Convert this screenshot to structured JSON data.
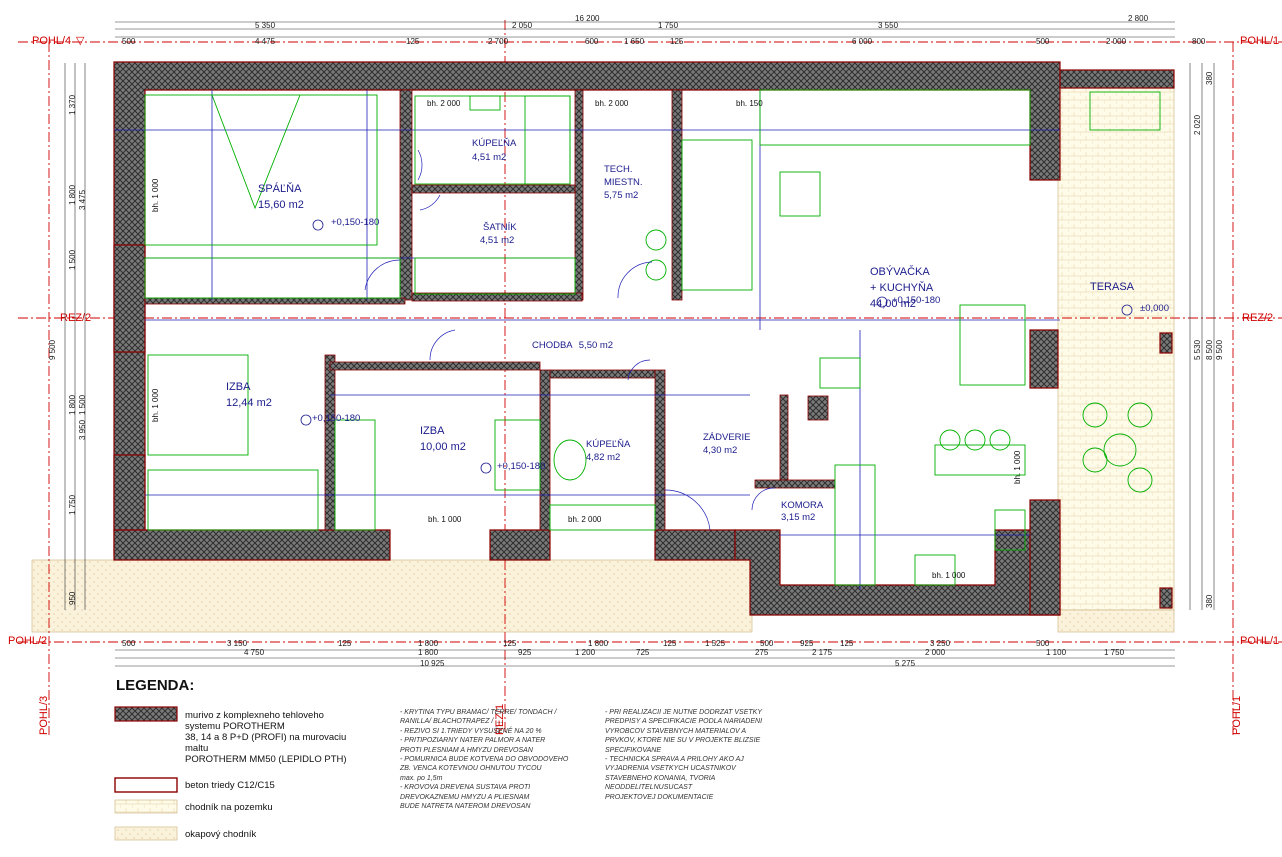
{
  "sections": {
    "pohl4": "POHL/4",
    "pohl3": "POHL/3",
    "pohl2": "POHL/2",
    "pohl1": "POHL/1",
    "rez1": "REZ/1",
    "rez2": "REZ/2"
  },
  "dimensions": {
    "top_total": "16 200",
    "top_left": "5 350",
    "top_mid": "2 050",
    "top_mid2": "1 750",
    "top_right": "3 550",
    "top_terrace": "2 800",
    "row2": [
      "500",
      "4 475",
      "125",
      "2 700",
      "600",
      "1 650",
      "125",
      "6 000",
      "500",
      "2 000",
      "800"
    ],
    "bottom_row1": [
      "500",
      "3 150",
      "125",
      "1 800",
      "125",
      "1 800",
      "125",
      "1 525",
      "500",
      "925",
      "125",
      "3 250",
      "500"
    ],
    "bottom_row2": [
      "4 750",
      "1 800",
      "925",
      "1 200",
      "725",
      "275",
      "2 175",
      "2 000",
      "1 100",
      "1 750"
    ],
    "bottom_row3": [
      "10 925",
      "5 275"
    ],
    "left_side": [
      "1 370",
      "1 800",
      "1 500",
      "3 475",
      "9 500",
      "1 800",
      "1 500",
      "3 950",
      "1 750",
      "950"
    ],
    "right_side": [
      "380",
      "2 020",
      "9 500",
      "8 500",
      "5 530",
      "380"
    ]
  },
  "rooms": [
    {
      "name": "SPÁĽŇA",
      "area": "15,60 m2"
    },
    {
      "name": "KÚPEĽŇA",
      "area": "4,51 m2"
    },
    {
      "name": "ŠATNÍK",
      "area": "4,51 m2"
    },
    {
      "name": "TECH.",
      "name2": "MIESTN.",
      "area": "5,75 m2"
    },
    {
      "name": "OBÝVAČKA",
      "name2": "+ KUCHYŇA",
      "area": "44,00 m2"
    },
    {
      "name": "TERASA"
    },
    {
      "name": "CHODBA",
      "area": "5,50 m2"
    },
    {
      "name": "IZBA",
      "area": "12,44 m2"
    },
    {
      "name": "IZBA",
      "area": "10,00 m2"
    },
    {
      "name": "KÚPEĽŇA",
      "area": "4,82 m2"
    },
    {
      "name": "ZÁDVERIE",
      "area": "4,30 m2"
    },
    {
      "name": "KOMORA",
      "area": "3,15 m2"
    }
  ],
  "levels": [
    "+0,150-180",
    "+0,150-180",
    "+0,150-180",
    "+0,150-180",
    "±0,000"
  ],
  "legend": {
    "title": "LEGENDA:",
    "items": [
      {
        "lines": [
          "murivo z komplexneho tehloveho",
          "systemu POROTHERM",
          "38,   14 a 8 P+D (PROFI) na murovaciu",
          "  maltu",
          "POROTHERM MM50 (LEPIDLO PTH)"
        ]
      },
      {
        "lines": [
          "beton triedy C12/C15"
        ]
      },
      {
        "lines": [
          "chodník na pozemku"
        ]
      },
      {
        "lines": [
          "okapový chodník"
        ]
      }
    ]
  },
  "notes_left": [
    "- KRYTINA TYPU BRAMAC/ TERRE/ TONDACH /",
    "  RANILLA/ BLACHOTRAPEZ / ....",
    "- REZIVO SI 1.TRIEDY VYSUŠENÉ NA 20 %",
    "- PRITIPOZIARNY NATER PALMOR A NATER",
    "  PROTI PLESNIAM  A HMYZU DREVOSAN",
    "- POMURNICA BUDE KOTVENA DO OBVODOVEHO",
    "  ZB. VENCA KOTEVNOU  OHNUTOU TYCOU",
    "  max. po 1,5m",
    "- KROVOVA DREVENA SUSTAVA PROTI",
    "  DREVOKAZNEMU HMYZU A PLIESNAM",
    "  BUDE NATRETA NATEROM  DREVOSAN"
  ],
  "notes_right": [
    "- PRI REALIZACII JE NUTNE DODRZAT VSETKY",
    "  PREDPISY A SPECIFIKACIE PODLA NARIADENI",
    "  VYROBCOV STAVEBNYCH  MATERIALOV A",
    "  PRVKOV, KTORE NIE SU V PROJEKTE BLIZSIE",
    "  SPECIFIKOVANE",
    "- TECHNICKA SPRAVA A PRILOHY AKO AJ",
    "  VYJADRENIA VSETKYCH  UCASTNIKOV",
    "  STAVEBNEHO KONANIA, TVORIA",
    "  NEODDELITELNUSUCAST",
    "  PROJEKTOVEJ DOKUMENTACIE"
  ],
  "labels_misc": [
    "bh. 2 000",
    "bh. 2 000",
    "bh. 150",
    "bh. 1 000",
    "bh. 1 000",
    "bh. 1 000",
    "bh. 2 000",
    "bh. 1 000",
    "bh. 1 000"
  ]
}
